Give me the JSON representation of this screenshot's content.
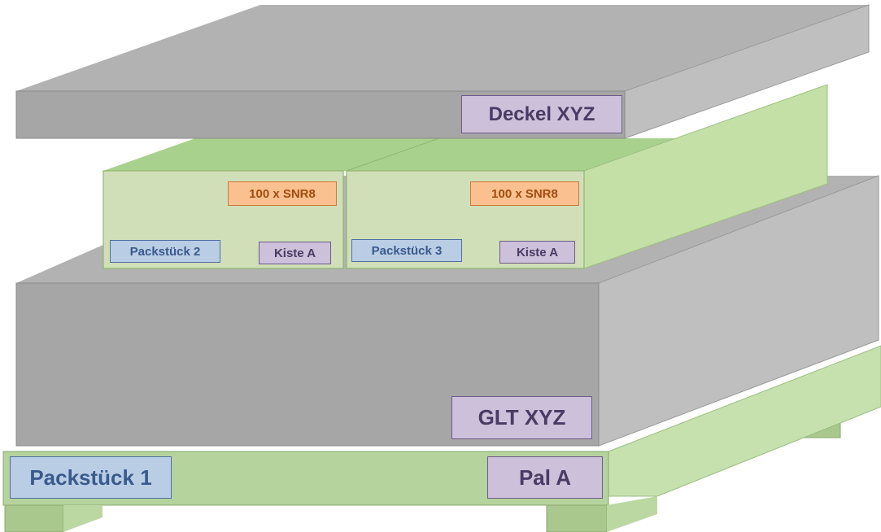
{
  "labels": {
    "deckel": "Deckel XYZ",
    "glt": "GLT XYZ",
    "packstueck1": "Packstück 1",
    "pal": "Pal A",
    "box2_content": "100 x SNR8",
    "box2_id": "Packstück 2",
    "box2_type": "Kiste A",
    "box3_content": "100 x SNR8",
    "box3_id": "Packstück 3",
    "box3_type": "Kiste A"
  },
  "colors": {
    "gray_front": "#a6a6a6",
    "gray_top": "#b2b2b2",
    "gray_side": "#bfbfbf",
    "green_front": "#d1dfb8",
    "green_top": "#a9d18e",
    "green_side": "#c4e0a6",
    "pallet_front": "#b5d39c",
    "pallet_side": "#c6e0ae",
    "purple_label": "#ccc0da",
    "blue_label": "#b9cde5",
    "orange_label": "#fac090"
  }
}
